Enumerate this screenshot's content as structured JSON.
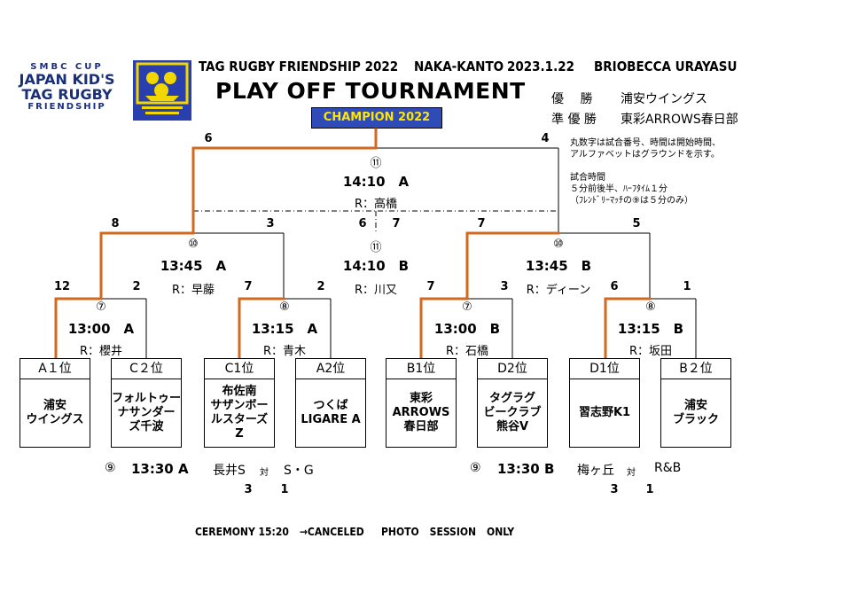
{
  "logo": {
    "line1": "SMBC CUP",
    "line2": "JAPAN KID'S",
    "line3": "TAG RUGBY",
    "line4": "FRIENDSHIP"
  },
  "header": {
    "event": "TAG RUGBY FRIENDSHIP 2022",
    "region": "NAKA-KANTO",
    "date": "2023.1.22",
    "venue": "BRIOBECCA URAYASU",
    "title": "PLAY OFF TOURNAMENT",
    "champion_label": "CHAMPION 2022"
  },
  "results": {
    "winner_label": "優　 勝",
    "winner": "浦安ウイングス",
    "runner_label": "準 優 勝",
    "runner": "東彩ARROWS春日部"
  },
  "notes": {
    "n1": "丸数字は試合番号、時間は開始時間、",
    "n2": "アルファベットはグラウンドを示す。",
    "n3": "試合時間",
    "n4": "５分前後半、ﾊｰﾌﾀｲﾑ１分",
    "n5": "（ﾌﾚﾝﾄﾞﾘｰﾏｯﾁの⑨は５分のみ）"
  },
  "final": {
    "num": "⑪",
    "time": "14:10　A",
    "ref": "R：高橋",
    "left_score": "6",
    "right_score": "4"
  },
  "friendly11": {
    "num": "⑪",
    "time": "14:10　B",
    "ref": "R：川又",
    "left_score": "6",
    "right_score": "7"
  },
  "semis": [
    {
      "num": "⑩",
      "time": "13:45　A",
      "ref": "R：早藤",
      "left_score": "8",
      "right_score": "3"
    },
    {
      "num": "⑩",
      "time": "13:45　B",
      "ref": "R：ディーン",
      "left_score": "7",
      "right_score": "5"
    }
  ],
  "quarters": [
    {
      "num": "⑦",
      "time": "13:00　A",
      "ref": "R：櫻井",
      "left_score": "12",
      "right_score": "2"
    },
    {
      "num": "⑧",
      "time": "13:15　A",
      "ref": "R：青木",
      "left_score": "7",
      "right_score": "2"
    },
    {
      "num": "⑦",
      "time": "13:00　B",
      "ref": "R：石橋",
      "left_score": "7",
      "right_score": "3"
    },
    {
      "num": "⑧",
      "time": "13:15　B",
      "ref": "R：坂田",
      "left_score": "6",
      "right_score": "1"
    }
  ],
  "teams": [
    {
      "seed": "A１位",
      "name": "浦安\nウイングス"
    },
    {
      "seed": "C２位",
      "name": "フォルトゥー\nナサンダー\nズ千波"
    },
    {
      "seed": "C1位",
      "name": "布佐南\nサザンボー\nルスターズ\nZ"
    },
    {
      "seed": "A2位",
      "name": "つくば\nLIGARE A"
    },
    {
      "seed": "B1位",
      "name": "東彩\nARROWS\n春日部"
    },
    {
      "seed": "D2位",
      "name": "タグラグ\nビークラブ\n熊谷V"
    },
    {
      "seed": "D1位",
      "name": "習志野K1"
    },
    {
      "seed": "B２位",
      "name": "浦安\nブラック"
    }
  ],
  "consolation": [
    {
      "num": "⑨",
      "time": "13:30 A",
      "team1": "長井S",
      "vs": "対",
      "team2": "S・G",
      "score1": "3",
      "score2": "1"
    },
    {
      "num": "⑨",
      "time": "13:30 B",
      "team1": "梅ヶ丘",
      "vs": "対",
      "team2": "R&B",
      "score1": "3",
      "score2": "1"
    }
  ],
  "footer": {
    "ceremony": "CEREMONY 15:20　→CANCELED",
    "photo": "PHOTO　SESSION　ONLY"
  },
  "colors": {
    "winner_line": "#d2691e",
    "champion_bg": "#2e4bb8",
    "champion_text": "#ffe600",
    "logo_text": "#1a2f7a"
  }
}
